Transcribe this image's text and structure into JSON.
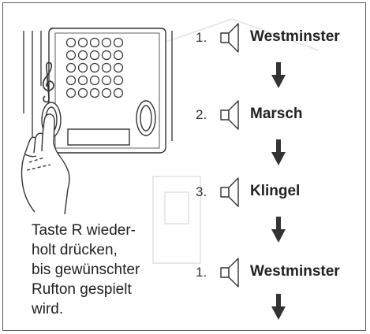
{
  "steps": [
    {
      "number": "1.",
      "tone": "Westminster"
    },
    {
      "number": "2.",
      "tone": "Marsch"
    },
    {
      "number": "3.",
      "tone": "Klingel"
    },
    {
      "number": "1.",
      "tone": "Westminster"
    }
  ],
  "instruction": "Taste R wieder-\nholt drücken,\nbis gewünschter\nRufton gespielt\nwird.",
  "icons": [
    "speaker-icon",
    "arrow-down-icon",
    "treble-clef-icon",
    "hand-icon"
  ],
  "colors": {
    "line": "#333333",
    "arrow": "#333333",
    "text": "#222222",
    "background": "#ffffff"
  }
}
